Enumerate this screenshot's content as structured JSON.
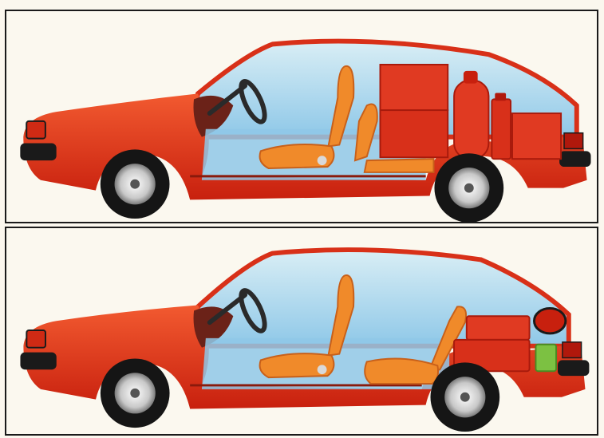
{
  "figure": {
    "panels": [
      {
        "id": "top",
        "rear_seat": "folded",
        "cargo": [
          "box",
          "box",
          "gas-cylinder",
          "jerry-can",
          "box"
        ]
      },
      {
        "id": "bottom",
        "rear_seat": "upright",
        "cargo": [
          "box",
          "box",
          "spare-wheel",
          "jerry-can"
        ]
      }
    ],
    "colors": {
      "body": "#e8361c",
      "body_dark": "#b0180c",
      "interior_glass": "#bfe0ec",
      "interior_floor": "#8fc8e8",
      "seat": "#f08a2a",
      "seat_dark": "#c8601a",
      "cargo": "#e03a22",
      "tire": "#151515",
      "hub": "#d9d9d9",
      "bumper": "#1a1a1a",
      "can_green": "#7cc142",
      "paper": "#fbf8ef",
      "border": "#1a1a1a"
    },
    "icons": [
      "steering-wheel-icon",
      "front-seat-icon",
      "rear-seat-icon",
      "wheel-icon",
      "gas-cylinder-icon",
      "jerry-can-icon",
      "spare-wheel-icon"
    ]
  }
}
